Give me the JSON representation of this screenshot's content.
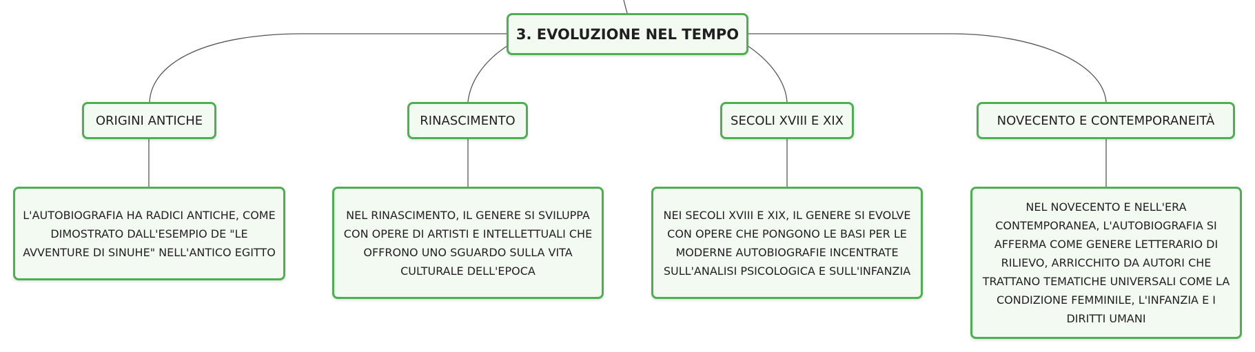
{
  "root": {
    "title": "3. EVOLUZIONE NEL TEMPO"
  },
  "categories": [
    {
      "label": "ORIGINI ANTICHE",
      "description": "L'AUTOBIOGRAFIA HA RADICI ANTICHE, COME DIMOSTRATO DALL'ESEMPIO DE \"LE AVVENTURE DI SINUHE\" NELL'ANTICO EGITTO"
    },
    {
      "label": "RINASCIMENTO",
      "description": "NEL RINASCIMENTO, IL GENERE SI SVILUPPA CON OPERE DI ARTISTI E INTELLETTUALI CHE OFFRONO UNO SGUARDO SULLA VITA CULTURALE DELL'EPOCA"
    },
    {
      "label": "SECOLI XVIII E XIX",
      "description": "NEI SECOLI XVIII E XIX, IL GENERE SI EVOLVE CON OPERE CHE PONGONO LE BASI PER LE MODERNE AUTOBIOGRAFIE INCENTRATE SULL'ANALISI PSICOLOGICA E SULL'INFANZIA"
    },
    {
      "label": "NOVECENTO E CONTEMPORANEITÀ",
      "description": "NEL NOVECENTO E NELL'ERA CONTEMPORANEA, L'AUTOBIOGRAFIA SI AFFERMA COME GENERE LETTERARIO DI RILIEVO, ARRICCHITO DA AUTORI CHE TRATTANO TEMATICHE UNIVERSALI COME LA CONDIZIONE FEMMINILE, L'INFANZIA E I DIRITTI UMANI"
    }
  ],
  "colors": {
    "node_border": "#4caf50",
    "node_fill": "#f3faf2",
    "connector": "#555555"
  }
}
